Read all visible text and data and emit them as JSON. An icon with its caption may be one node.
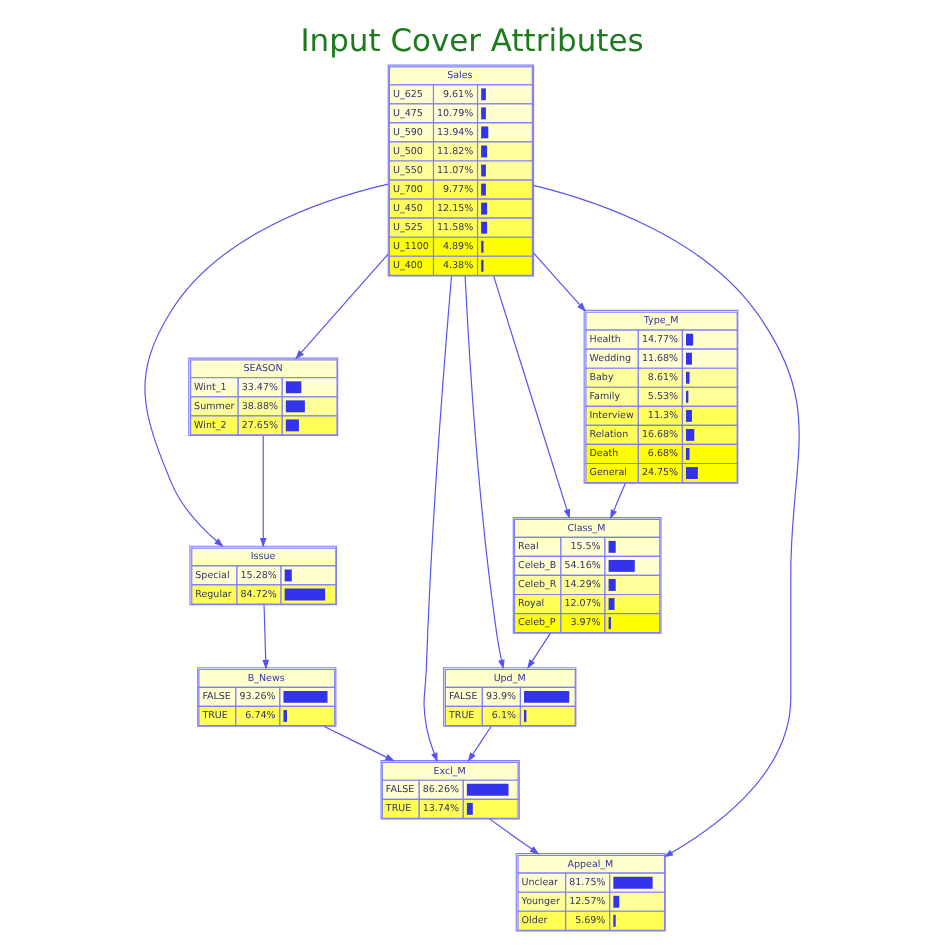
{
  "diagram": {
    "title": "Input Cover Attributes",
    "nodes": [
      {
        "text": [
          "Sales",
          "U_625",
          "9.61%",
          "U_475",
          "10.79%",
          "U_590",
          "13.94%",
          "U_500",
          "11.82%",
          "U_550",
          "11.07%",
          "U_700",
          "9.77%",
          "U_450",
          "12.15%",
          "U_525",
          "11.58%",
          "U_1100",
          "4.89%",
          "U_400",
          "4.38%"
        ]
      },
      {
        "text": [
          "Type_M",
          "Health",
          "14.77%",
          "Wedding",
          "11.68%",
          "Baby",
          "8.61%",
          "Family",
          "5.53%",
          "Interview",
          "11.3%",
          "Relation",
          "16.68%",
          "Death",
          "6.68%",
          "General",
          "24.75%"
        ]
      },
      {
        "text": [
          "SEASON",
          "Wint_1",
          "33.47%",
          "Summer",
          "38.88%",
          "Wint_2",
          "27.65%"
        ]
      },
      {
        "text": [
          "Class_M",
          "Real",
          "15.5%",
          "Celeb_B",
          "54.16%",
          "Celeb_R",
          "14.29%",
          "Royal",
          "12.07%",
          "Celeb_P",
          "3.97%"
        ]
      },
      {
        "text": [
          "Issue",
          "Special",
          "15.28%",
          "Regular",
          "84.72%"
        ]
      },
      {
        "text": [
          "Upd_M",
          "FALSE",
          "93.9%",
          "TRUE",
          "6.1%"
        ]
      },
      {
        "text": [
          "Excl_M",
          "FALSE",
          "86.26%",
          "TRUE",
          "13.74%"
        ]
      },
      {
        "text": [
          "B_News",
          "FALSE",
          "93.26%",
          "TRUE",
          "6.74%"
        ]
      },
      {
        "text": [
          "Appeal_M",
          "Unclear",
          "81.75%",
          "Younger",
          "12.57%",
          "Older",
          "5.69%"
        ]
      }
    ],
    "edges": [
      {
        "from": 0,
        "to": 1,
        "arrow": "to"
      },
      {
        "from": 0,
        "to": 2,
        "arrow": "to"
      },
      {
        "from": 0,
        "to": 4,
        "arrow": "to"
      },
      {
        "from": 0,
        "to": 3,
        "arrow": "to"
      },
      {
        "from": 0,
        "to": 5,
        "arrow": "to"
      },
      {
        "from": 0,
        "to": 6,
        "arrow": "to"
      },
      {
        "from": 0,
        "to": 8,
        "arrow": "to"
      },
      {
        "from": 1,
        "to": 3,
        "arrow": "to"
      },
      {
        "from": 2,
        "to": 4,
        "arrow": "to"
      },
      {
        "from": 3,
        "to": 5,
        "arrow": "to"
      },
      {
        "from": 4,
        "to": 7,
        "arrow": "to"
      },
      {
        "from": 5,
        "to": 6,
        "arrow": "to"
      },
      {
        "from": 7,
        "to": 6,
        "arrow": "to"
      },
      {
        "from": 6,
        "to": 8,
        "arrow": "to"
      }
    ]
  }
}
